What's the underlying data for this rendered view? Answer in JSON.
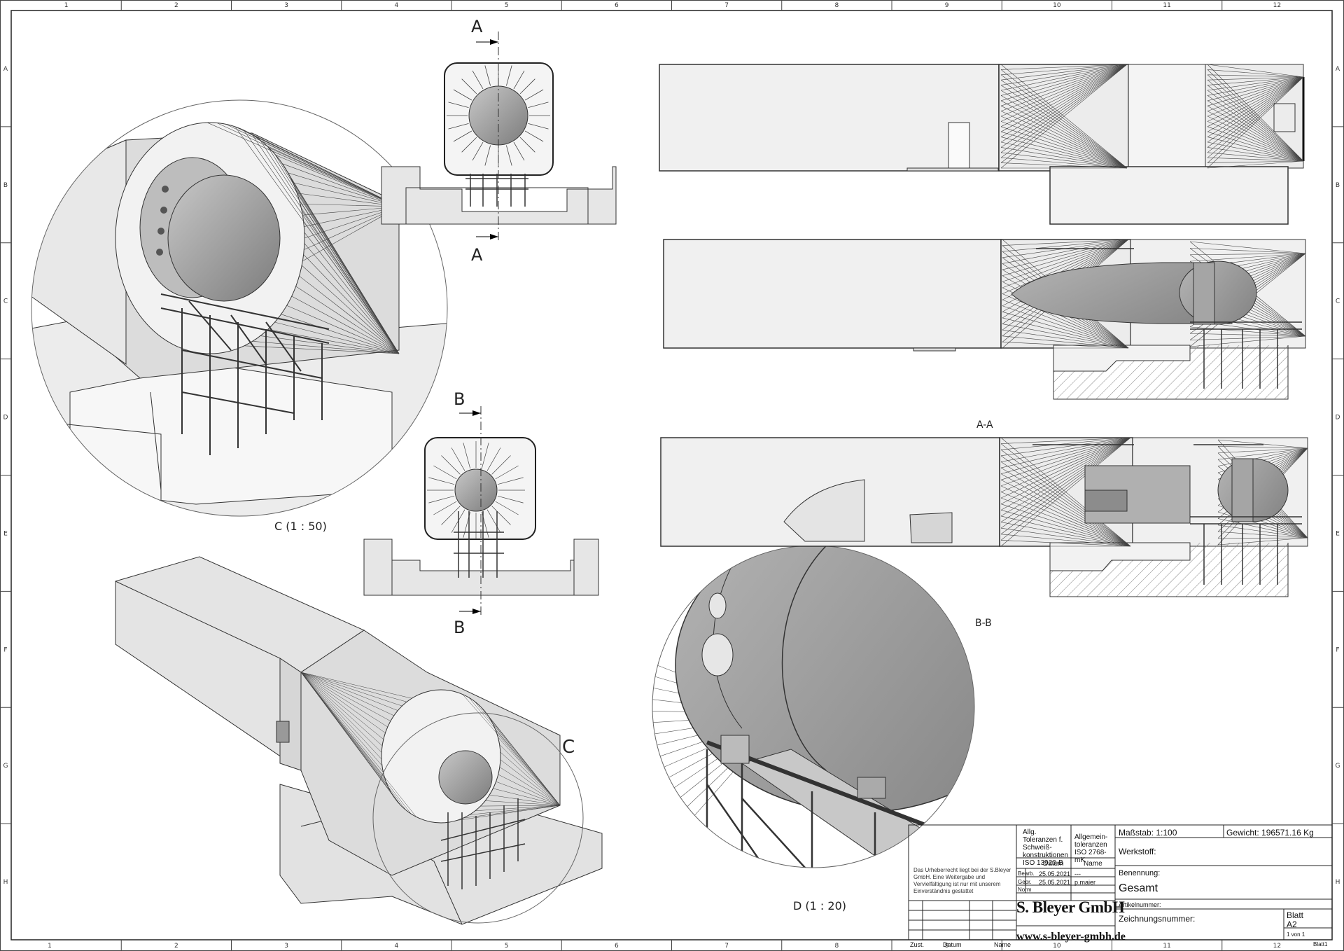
{
  "border": {
    "columns": [
      "1",
      "2",
      "3",
      "4",
      "5",
      "6",
      "7",
      "8",
      "9",
      "10",
      "11",
      "12"
    ],
    "rows": [
      "A",
      "B",
      "C",
      "D",
      "E",
      "F",
      "G",
      "H"
    ]
  },
  "views": {
    "detail_c_label": "C (1 : 50)",
    "detail_d_label": "D (1 : 20)",
    "section_a_label": "A-A",
    "section_b_label": "B-B",
    "cut_a": "A",
    "cut_b": "B",
    "detail_c_marker": "C"
  },
  "copyright": "Das Urheberrecht liegt bei der S.Bleyer GmbH. Eine Weitergabe und Vervielfältigung ist nur mit unserem Einverständnis gestattet",
  "titleblock": {
    "tol_general_1": "Allg. Toleranzen f.",
    "tol_general_2": "Schweiß-",
    "tol_general_3": "konstruktionen",
    "tol_general_4": "ISO 13920-B",
    "tol_general_b1": "Allgemein-",
    "tol_general_b2": "toleranzen",
    "tol_general_b3": "ISO 2768-mK",
    "scale": "Maßstab: 1:100",
    "weight": "Gewicht: 196571.16 Kg",
    "material_label": "Werkstoff:",
    "col_datum": "Datum",
    "col_name": "Name",
    "row_bearb": "Bearb.",
    "row_gepr": "Gepr.",
    "row_norm": "Norm",
    "bearb_date": "25.05.2021",
    "bearb_name": "---",
    "gepr_date": "25.05.2021",
    "gepr_name": "p.maier",
    "designation_label": "Benennung:",
    "designation": "Gesamt",
    "article_label": "Artikelnummer:",
    "company": "S. Bleyer GmbH",
    "drawing_no_label": "Zeichnungsnummer:",
    "sheet_label": "Blatt",
    "sheet_size": "A2",
    "sheet_count": "1 von 1",
    "sheet_footer": "Blatt1",
    "website": "www.s-bleyer-gmbh.de",
    "rev_zust": "Zust.",
    "rev_datum": "Datum",
    "rev_name": "Name"
  }
}
